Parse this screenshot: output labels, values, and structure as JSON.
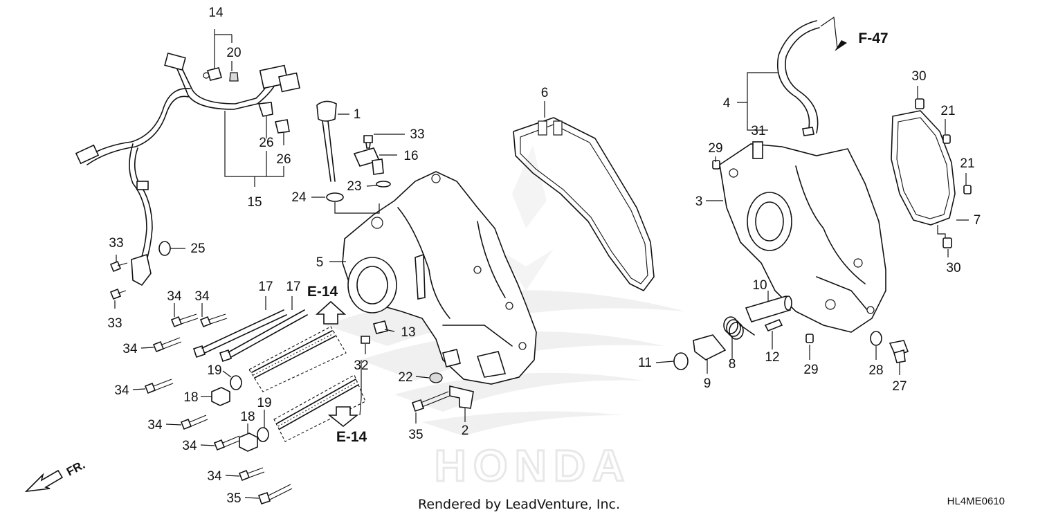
{
  "callouts": {
    "c1": "1",
    "c2": "2",
    "c3": "3",
    "c4": "4",
    "c5": "5",
    "c6": "6",
    "c7": "7",
    "c8": "8",
    "c9": "9",
    "c10": "10",
    "c11": "11",
    "c12": "12",
    "c13": "13",
    "c14": "14",
    "c15": "15",
    "c16": "16",
    "c17a": "17",
    "c17b": "17",
    "c18a": "18",
    "c18b": "18",
    "c19a": "19",
    "c19b": "19",
    "c20": "20",
    "c21a": "21",
    "c21b": "21",
    "c22": "22",
    "c23": "23",
    "c24": "24",
    "c25": "25",
    "c26a": "26",
    "c26b": "26",
    "c27": "27",
    "c28": "28",
    "c29a": "29",
    "c29b": "29",
    "c30a": "30",
    "c30b": "30",
    "c31": "31",
    "c32": "32",
    "c33a": "33",
    "c33b": "33",
    "c33c": "33",
    "c34a": "34",
    "c34b": "34",
    "c34c": "34",
    "c34d": "34",
    "c34e": "34",
    "c34f": "34",
    "c34g": "34",
    "c35a": "35",
    "c35b": "35"
  },
  "references": {
    "f47": "F-47",
    "e14_top": "E-14",
    "e14_bottom": "E-14"
  },
  "front_indicator": "FR.",
  "footer": "Rendered by LeadVenture, Inc.",
  "diagram_id": "HL4ME0610",
  "watermark_text": "HONDA"
}
